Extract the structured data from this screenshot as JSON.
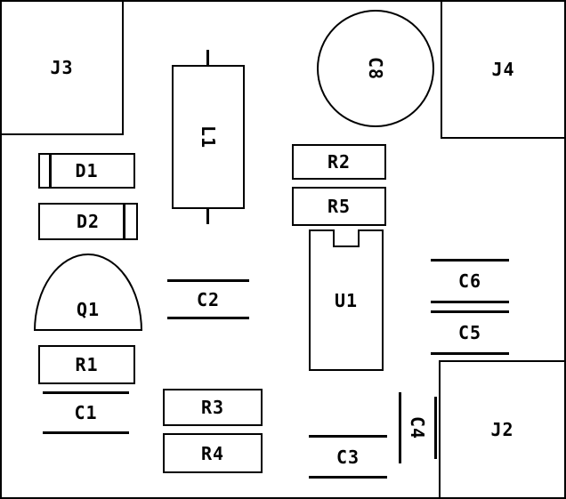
{
  "board": {
    "background": "#ffffff",
    "outline_color": "#000000"
  },
  "components": {
    "j3": {
      "label": "J3"
    },
    "j4": {
      "label": "J4"
    },
    "j2": {
      "label": "J2"
    },
    "l1": {
      "label": "L1"
    },
    "c8": {
      "label": "C8"
    },
    "d1": {
      "label": "D1"
    },
    "d2": {
      "label": "D2"
    },
    "r1": {
      "label": "R1"
    },
    "r2": {
      "label": "R2"
    },
    "r3": {
      "label": "R3"
    },
    "r4": {
      "label": "R4"
    },
    "r5": {
      "label": "R5"
    },
    "q1": {
      "label": "Q1"
    },
    "u1": {
      "label": "U1"
    },
    "c1": {
      "label": "C1"
    },
    "c2": {
      "label": "C2"
    },
    "c3": {
      "label": "C3"
    },
    "c4": {
      "label": "C4"
    },
    "c5": {
      "label": "C5"
    },
    "c6": {
      "label": "C6"
    }
  }
}
